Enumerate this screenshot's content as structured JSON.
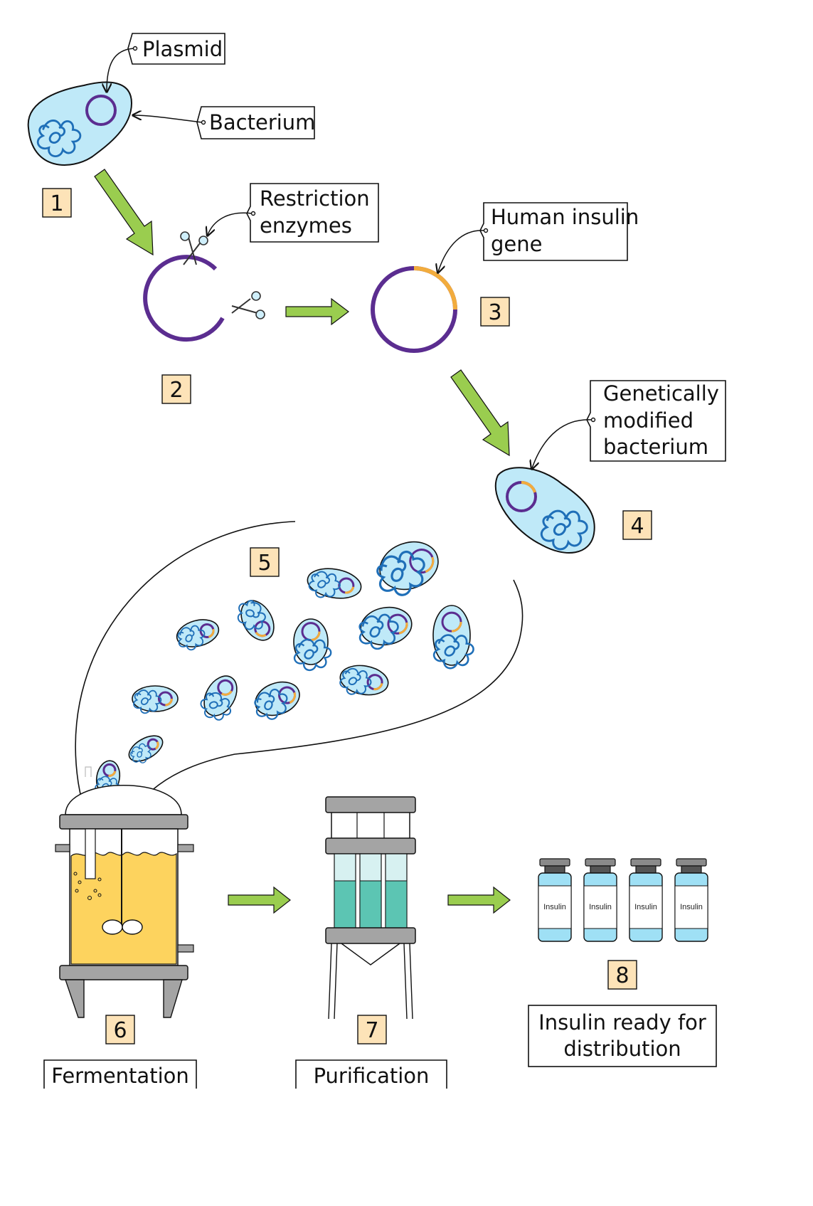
{
  "labels": {
    "plasmid": "Plasmid",
    "bacterium": "Bacterium",
    "restriction_1": "Restriction",
    "restriction_2": "enzymes",
    "human_insulin_1": "Human insulin",
    "human_insulin_2": "gene",
    "gm_1": "Genetically",
    "gm_2": "modified",
    "gm_3": "bacterium",
    "fermentation": "Fermentation",
    "purification": "Purification",
    "ready_1": "Insulin ready for",
    "ready_2": "distribution"
  },
  "steps": [
    "1",
    "2",
    "3",
    "4",
    "5",
    "6",
    "7",
    "8"
  ],
  "vial_label": "Insulin",
  "colors": {
    "cell_fill": "#bfe9f8",
    "dna_blue": "#1f6fb8",
    "plasmid_purple": "#5b2d90",
    "insulin_gene_orange": "#f2ac3d",
    "arrow_green": "#9acd4f",
    "step_badge": "#fde3b8",
    "broth_yellow": "#fdd35e",
    "column_teal": "#5cc5b3",
    "metal_grey": "#a4a4a4",
    "vial_blue": "#9fe0f5"
  }
}
